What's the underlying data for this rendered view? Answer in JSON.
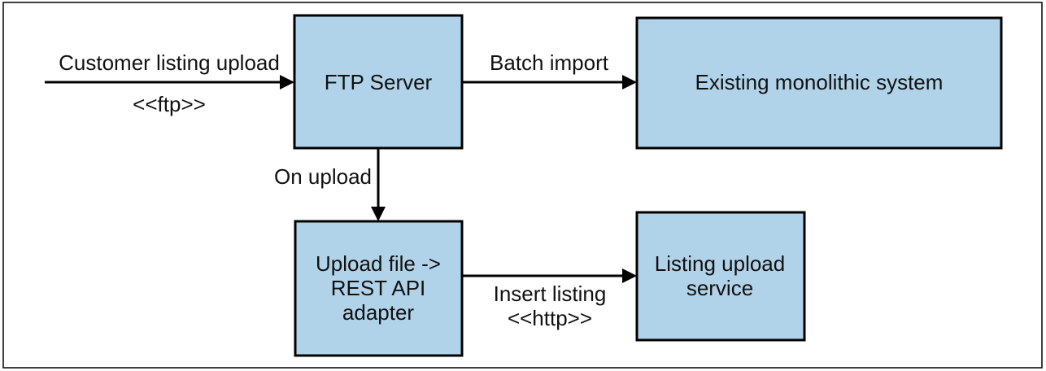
{
  "colors": {
    "box_fill": "#b1d3e9",
    "stroke": "#000000",
    "background": "#ffffff"
  },
  "nodes": {
    "ftp_server": {
      "label": "FTP Server"
    },
    "monolith": {
      "label": "Existing monolithic system"
    },
    "adapter": {
      "lines": [
        "Upload file ->",
        "REST API",
        "adapter"
      ]
    },
    "listing_service": {
      "lines": [
        "Listing upload",
        "service"
      ]
    }
  },
  "edges": {
    "customer_upload": {
      "label": "Customer listing upload",
      "protocol": "<<ftp>>"
    },
    "batch_import": {
      "label": "Batch import"
    },
    "on_upload": {
      "label": "On upload"
    },
    "insert_listing": {
      "label": "Insert listing",
      "protocol": "<<http>>"
    }
  }
}
